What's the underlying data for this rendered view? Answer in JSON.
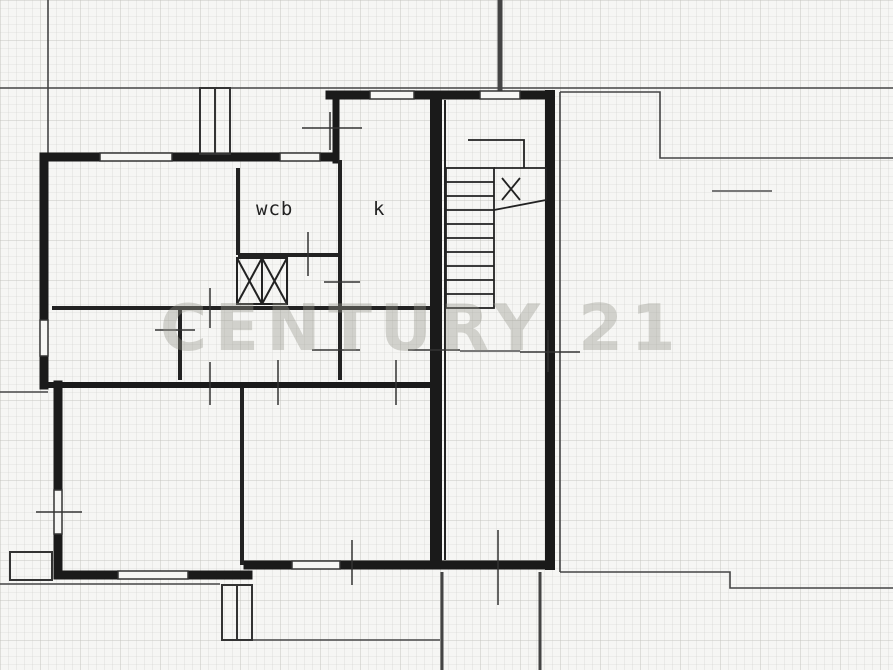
{
  "plan": {
    "rooms": [
      {
        "id": "wcb",
        "label": "wcb"
      },
      {
        "id": "k",
        "label": "k"
      }
    ]
  },
  "watermark": {
    "text": "CENTURY 21"
  },
  "colors": {
    "paper": "#f6f6f4",
    "grid": "#c8c8c4",
    "wall": "#1a1a1a",
    "line": "#333333",
    "watermark": "#96968c"
  }
}
